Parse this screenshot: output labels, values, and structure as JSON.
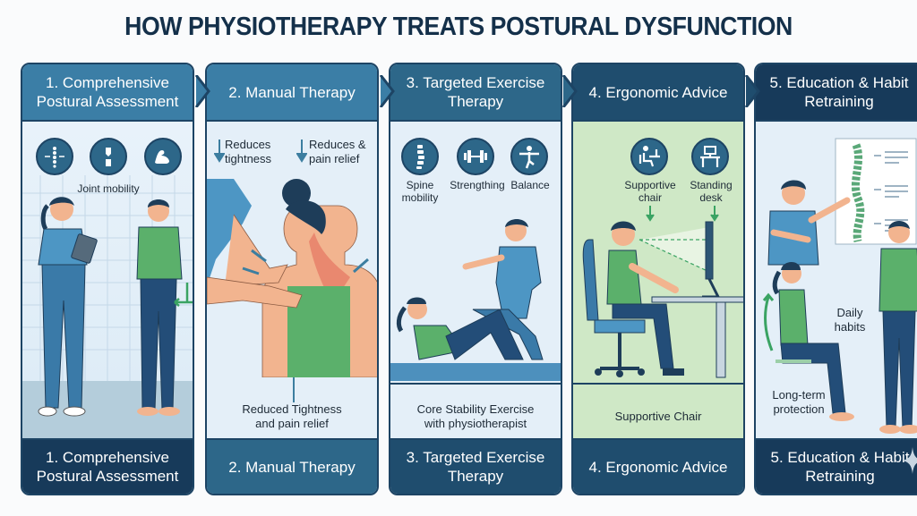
{
  "title": "HOW PHYSIOTHERAPY TREATS POSTURAL DYSFUNCTION",
  "colors": {
    "title": "#14304a",
    "panel_border": "#1d4464",
    "header_blue_light": "#3b7ea6",
    "header_blue_dark": "#1f4d6e",
    "header_navy": "#173a5a",
    "panel_bg_blue": "#e4eff8",
    "panel_bg_green": "#cfe8c6",
    "accent_green": "#3aa363",
    "arrow_blue": "#3c7ea0"
  },
  "panels": [
    {
      "step": 1,
      "header": "1. Comprehensive Postural Assessment",
      "footer": "1. Comprehensive Postural Assessment",
      "icons": [
        {
          "name": "spine-alignment-icon",
          "label": ""
        },
        {
          "name": "knee-joint-icon",
          "label": "Joint mobility"
        },
        {
          "name": "flexed-arm-icon",
          "label": ""
        }
      ],
      "illustration": "therapist-with-tablet-assessing-standing-patient"
    },
    {
      "step": 2,
      "header": "2. Manual Therapy",
      "footer": "2. Manual Therapy",
      "benefits": [
        {
          "icon": "down-arrow-icon",
          "label": "Reduces tightness"
        },
        {
          "icon": "down-arrow-icon",
          "label": "Reduces & pain relief"
        }
      ],
      "caption": "Reduced Tightness and pain relief",
      "illustration": "therapist-massaging-neck-and-shoulder"
    },
    {
      "step": 3,
      "header": "3. Targeted Exercise Therapy",
      "footer": "3. Targeted Exercise Therapy",
      "icons": [
        {
          "name": "spine-icon",
          "label": "Spine mobility"
        },
        {
          "name": "dumbbell-icon",
          "label": "Strengthing"
        },
        {
          "name": "balance-figure-icon",
          "label": "Balance"
        }
      ],
      "caption": "Core Stability Exercise with physiotherapist",
      "illustration": "patient-on-mat-with-physiotherapist"
    },
    {
      "step": 4,
      "header": "4. Ergonomic Advice",
      "footer": "4. Ergonomic Advice",
      "icons": [
        {
          "name": "desk-chair-icon",
          "label": "Supportive chair"
        },
        {
          "name": "standing-desk-icon",
          "label": "Standing desk"
        }
      ],
      "caption": "Supportive Chair",
      "illustration": "man-seated-at-ergonomic-workstation"
    },
    {
      "step": 5,
      "header": "5. Education & Habit Retraining",
      "footer": "5. Education & Habit Retraining",
      "labels": [
        "Daily habits",
        "Long-term protection"
      ],
      "illustration": "therapist-pointing-at-spine-chart"
    }
  ]
}
